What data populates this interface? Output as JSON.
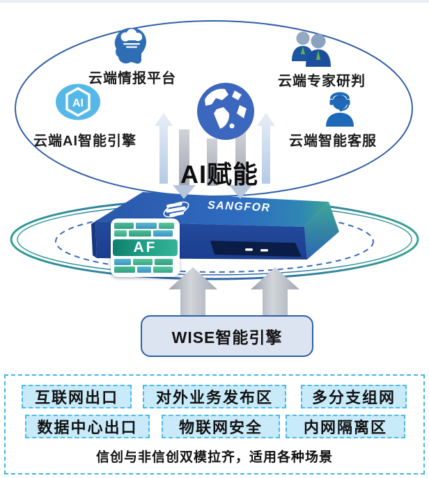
{
  "page": {
    "background": "#ffffff",
    "top_strip_color": "#e9edf8"
  },
  "cloud_zone": {
    "border_color": "#2e5ea8",
    "ai_badge": "AI",
    "center_icon": "globe-icon",
    "items": [
      {
        "id": "intel",
        "label": "云端情报平台",
        "icon": "brain-cloud-icon"
      },
      {
        "id": "experts",
        "label": "云端专家研判",
        "icon": "experts-icon"
      },
      {
        "id": "ai_engine",
        "label": "云端AI智能引擎",
        "icon": "ai-hexagon-icon"
      },
      {
        "id": "support",
        "label": "云端智能客服",
        "icon": "support-agent-icon"
      }
    ]
  },
  "empower_label": "AI赋能",
  "device": {
    "brand": "SANGFOR",
    "badge": "AF"
  },
  "wise_box": {
    "label": "WISE智能引擎"
  },
  "scenarios": {
    "row1": [
      "互联网出口",
      "对外业务发布区",
      "多分支组网"
    ],
    "row2": [
      "数据中心出口",
      "物联网安全",
      "内网隔离区"
    ],
    "caption": "信创与非信创双模拉齐，适用各种场景"
  },
  "colors": {
    "primary_blue": "#2b5fa8",
    "device_front_blue": "#1d4195",
    "teal_accent": "#3aa392",
    "icon_light_blue": "#55b8e9",
    "chip_fill": "#c8eaf9",
    "chip_border": "#4ab9ea",
    "arrow_gray": "#a9aeb8",
    "text_dark": "#1b1b1b"
  }
}
